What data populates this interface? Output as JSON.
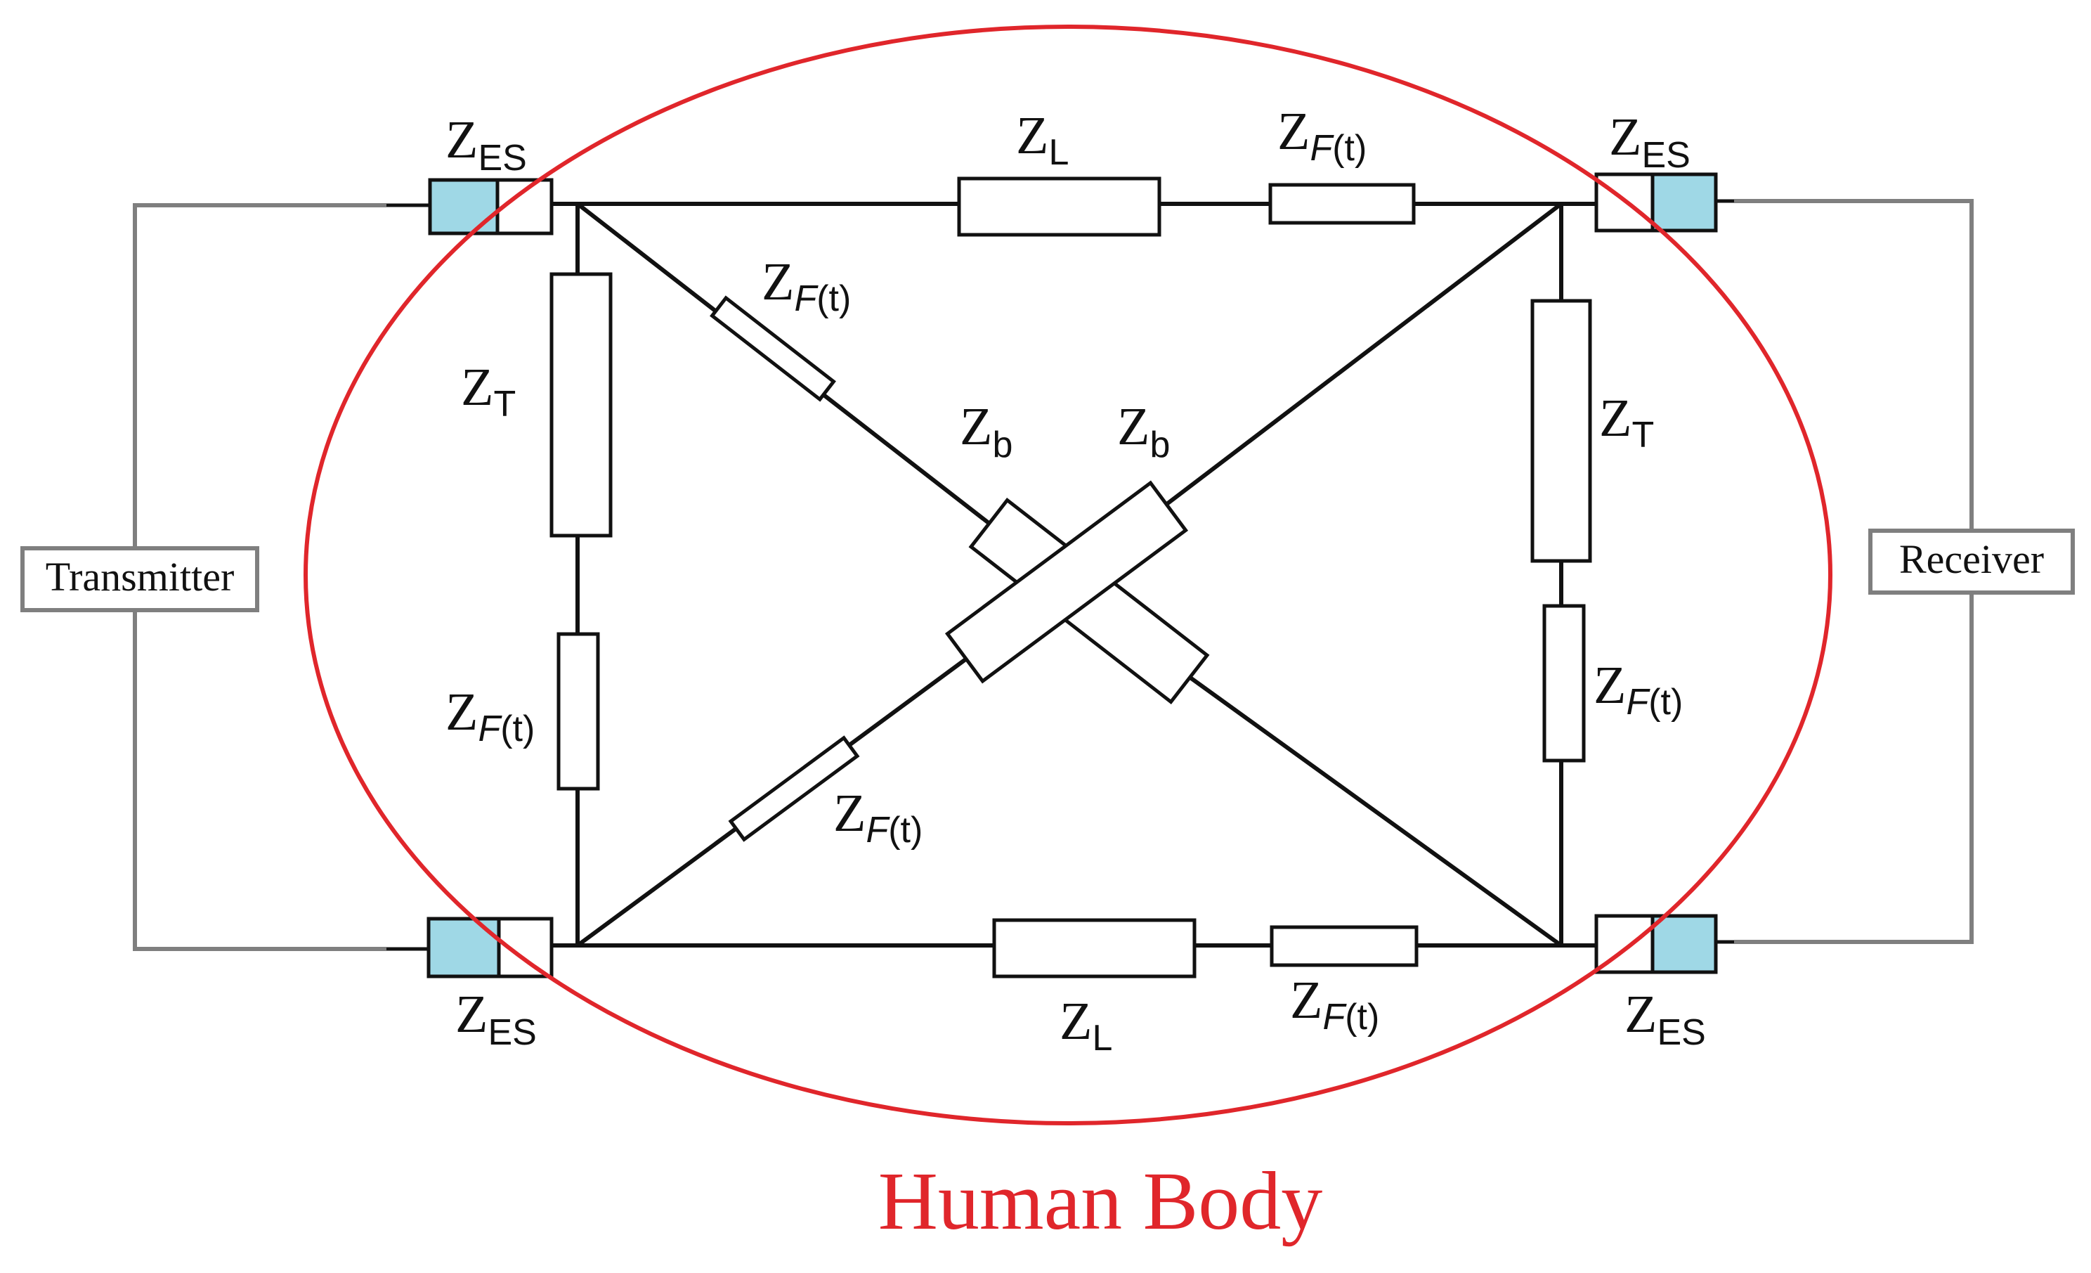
{
  "colors": {
    "body_outline": "#e0262b",
    "body_label": "#e0262b",
    "electrode_fill": "#9fd8e6",
    "wire": "#111111",
    "lead": "#7f7f7f"
  },
  "transmitter": {
    "label": "Transmitter"
  },
  "receiver": {
    "label": "Receiver"
  },
  "body": {
    "label": "Human Body"
  },
  "labels": {
    "z": "Z",
    "es": "ES",
    "l": "L",
    "t": "T",
    "b": "b",
    "f": "F",
    "t_paren": "(t)"
  }
}
